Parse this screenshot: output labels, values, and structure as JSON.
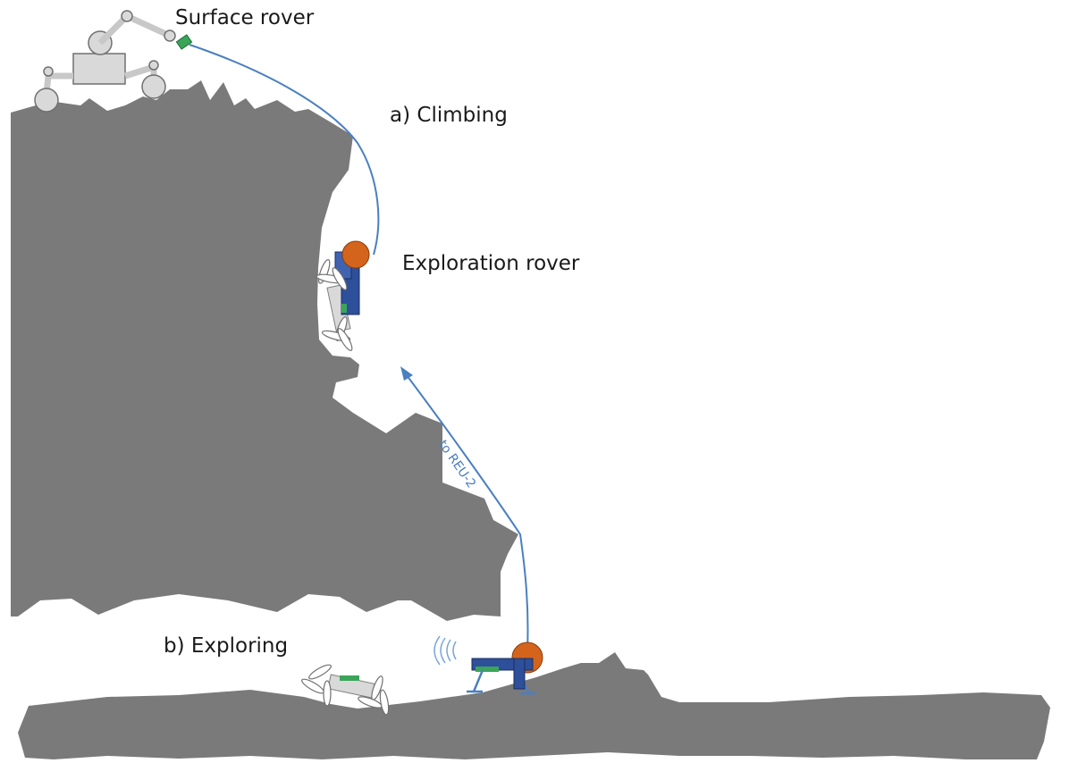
{
  "diagram": {
    "labels": {
      "surface_rover": "Surface rover",
      "climbing": "a) Climbing",
      "exploration_rover": "Exploration rover",
      "exploring": "b) Exploring",
      "tether_arrow": "to REU-2"
    },
    "colors": {
      "rock": "#7a7a7a",
      "tether": "#4a7fc0",
      "rover_body": "#2e4f9a",
      "rover_sphere": "#d4641c",
      "anchor": "#3aa55a",
      "robot_gray": "#d9d9d9"
    }
  }
}
